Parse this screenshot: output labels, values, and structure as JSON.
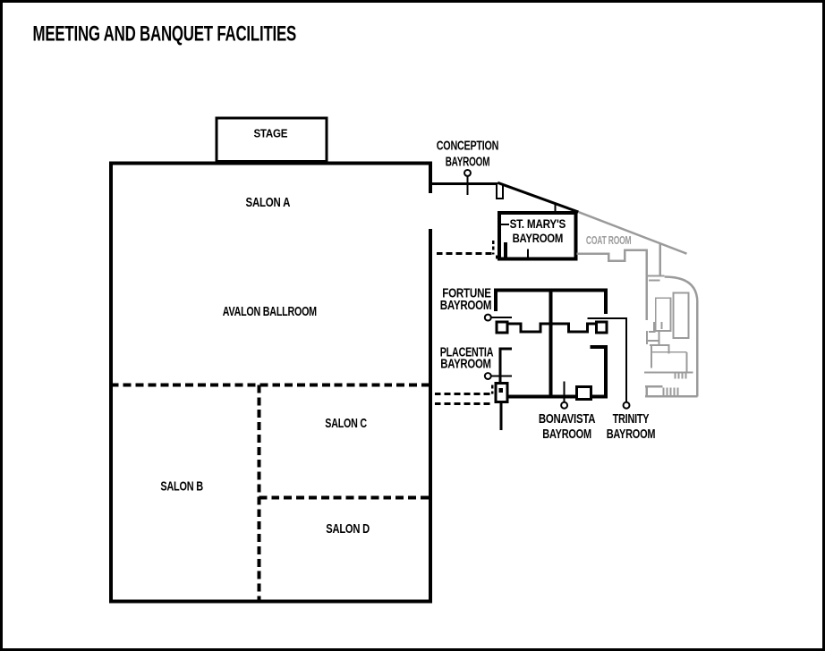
{
  "title": "MEETING AND BANQUET FACILITIES",
  "colors": {
    "ink": "#000000",
    "muted": "#9b9b9b",
    "background": "#ffffff"
  },
  "floor_plan": {
    "stage": "STAGE",
    "ballroom": "AVALON BALLROOM",
    "salons": {
      "a": "SALON A",
      "b": "SALON B",
      "c": "SALON C",
      "d": "SALON D"
    },
    "coat_room": "COAT ROOM",
    "bayrooms": {
      "conception": {
        "line1": "CONCEPTION",
        "line2": "BAYROOM"
      },
      "st_marys": {
        "line1": "ST. MARY'S",
        "line2": "BAYROOM"
      },
      "fortune": {
        "line1": "FORTUNE",
        "line2": "BAYROOM"
      },
      "placentia": {
        "line1": "PLACENTIA",
        "line2": "BAYROOM"
      },
      "bonavista": {
        "line1": "BONAVISTA",
        "line2": "BAYROOM"
      },
      "trinity": {
        "line1": "TRINITY",
        "line2": "BAYROOM"
      }
    }
  }
}
